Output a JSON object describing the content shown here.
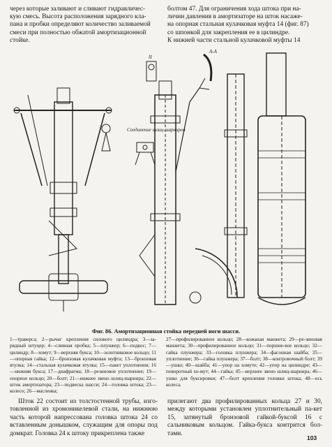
{
  "top_left_lines": [
    "через которые заливают и сливают гидравличес-",
    "кую смесь. Высота расположения зарядного кла-",
    "пана и пробки определяют количество заливаемой",
    "смеси при полностью обжатой амортизационной",
    "стойке."
  ],
  "top_right_lines": [
    "болтом 47. Для ограничения хода штока при на-",
    "личии давления в амортизаторе на шток насаже-",
    "на опорная стальная кулачковая муфта 14 (фиг. 87)",
    "со шпонкой для закрепления ее в цилиндре.",
    "К нижней части стальной кулачковой муфты 14"
  ],
  "figure_labels": {
    "connection_title": "Соединение шлиц-шарниров",
    "section_aa": "А-А",
    "view_ii": "II"
  },
  "caption": "Фиг. 86. Амортизационная стойка передней ноги шасси.",
  "legend_left": "1—траверса; 2—рычаг крепления силового цилиндра; 3—за-рядный штуцер; 4—сливная пробка; 5—плунжер; 6—подкос; 7—цилиндр; 8—хомут; 9—верхняя букса; 10—золотниковое кольцо; 11—опорная гайка; 12—бронзовая кулачковая муфта; 13—бронзовая втулка; 14—стальная кулачковая втулка; 15—пакет уплотнения; 16—нижняя букса; 17—диафрагма; 18—резиновое уплотнение; 19—опорное кольцо; 20—болт; 21—нижнее звено шлиц-шарнира; 22—шток амортизатора; 23—подвеска шасси; 24—головка штока; 23—колесо; 26—масленка;",
  "legend_right": "27—профилированное кольцо; 28—кожаная манжета; 29—ре-зиновая манжета; 30—профилированное кольцо; 31—поршне-вое кольцо; 32—гайка плунжера; 33—головка плунжера; 34—фасонная шайба; 35—уплотнение; 36—гайка плунжера; 37—болт; 38—контровочный болт; 39—ушко; 40—шайба; 41—упор на хомуте; 42—упор на цилиндре; 43—поворотный хо-мут; 44—гайка; 45—верхнее звено шлиц-шарнира; 46—ушко для буксировки; 47—болт крепления головки штока; 48—ось колеса.",
  "bottom_left": "Шток 22 состоит из толстостенной трубы, изго-товленной из хромоникелевой стали, на нижнюю часть которой напрессована головка штока 24 со вставленным донышком, служащим для опоры под домкрат. Головка 24 к штоку прикреплена также",
  "bottom_right": "прилегают два профилированных кольца 27 и 30, между которыми установлен уплотнительный па-кет 15, затянутый бронзовой гайкой-буксой 16 с сальниковым кольцом. Гайка-букса контрится бол-тами.",
  "page_number": "103"
}
